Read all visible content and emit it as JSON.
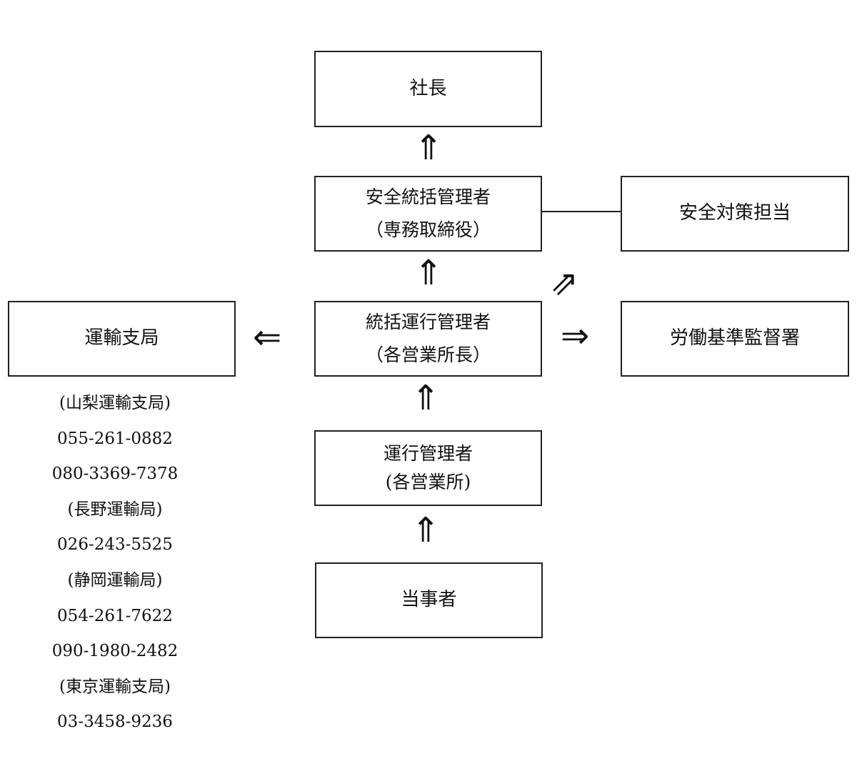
{
  "nodes": {
    "president": {
      "line1": "社長"
    },
    "safety_manager": {
      "line1": "安全統括管理者",
      "line2": "（専務取締役）"
    },
    "safety_officer": {
      "line1": "安全対策担当"
    },
    "transport_bureau": {
      "line1": "運輸支局"
    },
    "chief_operation_manager": {
      "line1": "統括運行管理者",
      "line2": "（各営業所長）"
    },
    "labor_office": {
      "line1": "労働基準監督署"
    },
    "operation_manager": {
      "line1": "運行管理者",
      "line2": "(各営業所)"
    },
    "party": {
      "line1": "当事者"
    }
  },
  "arrows": {
    "up": "⇑",
    "left": "⇐",
    "right": "⇒",
    "up_right": "⇗"
  },
  "contacts": [
    "(山梨運輸支局)",
    "055-261-0882",
    "080-3369-7378",
    "(長野運輸局)",
    "026-243-5525",
    "(静岡運輸局)",
    "054-261-7622",
    "090-1980-2482",
    "(東京運輸支局)",
    "03-3458-9236"
  ]
}
